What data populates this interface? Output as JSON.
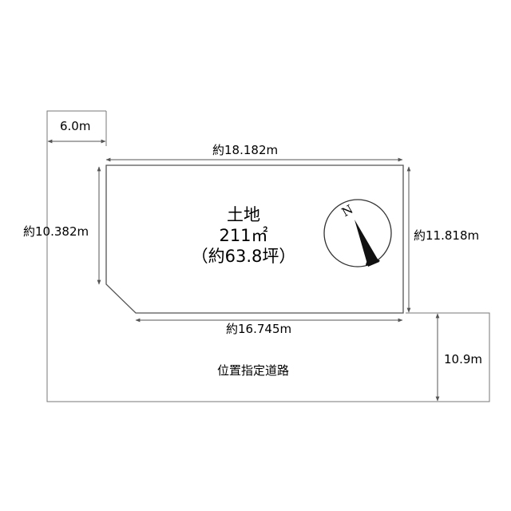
{
  "lot": {
    "label": "土地",
    "area": "211㎡",
    "tsubo": "（約63.8坪）"
  },
  "dimensions": {
    "frontage_top": "6.0m",
    "top": "約18.182m",
    "left": "約10.382m",
    "right": "約11.818m",
    "bottom": "約16.745m",
    "road_width": "10.9m"
  },
  "road": {
    "label": "位置指定道路"
  },
  "compass": {
    "north_label": "N"
  },
  "colors": {
    "line": "#555555",
    "text": "#000000"
  }
}
